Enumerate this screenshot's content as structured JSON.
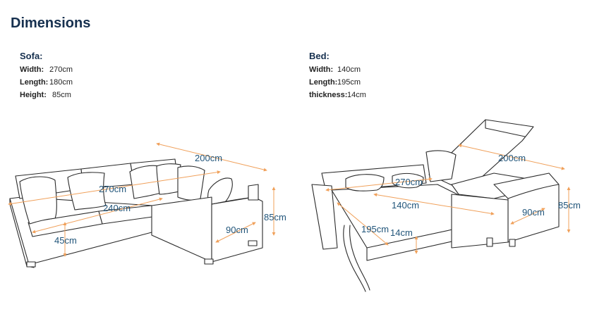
{
  "title": "Dimensions",
  "sofa": {
    "heading": "Sofa:",
    "rows": [
      {
        "label": "Width:",
        "value": "270cm"
      },
      {
        "label": "Length:",
        "value": "180cm"
      },
      {
        "label": "Height:",
        "value": "85cm"
      }
    ]
  },
  "bed": {
    "heading": "Bed:",
    "rows": [
      {
        "label": "Width:",
        "value": "140cm"
      },
      {
        "label": "Length:",
        "value": "195cm"
      },
      {
        "label": "thickness:",
        "value": "14cm"
      }
    ]
  },
  "sofa_dims": {
    "d200": "200cm",
    "d270": "270cm",
    "d240": "240cm",
    "d45": "45cm",
    "d90": "90cm",
    "d85": "85cm"
  },
  "bed_dims": {
    "d200": "200cm",
    "d270": "270cm",
    "d140": "140cm",
    "d195": "195cm",
    "d14": "14cm",
    "d90": "90cm",
    "d85": "85cm"
  }
}
